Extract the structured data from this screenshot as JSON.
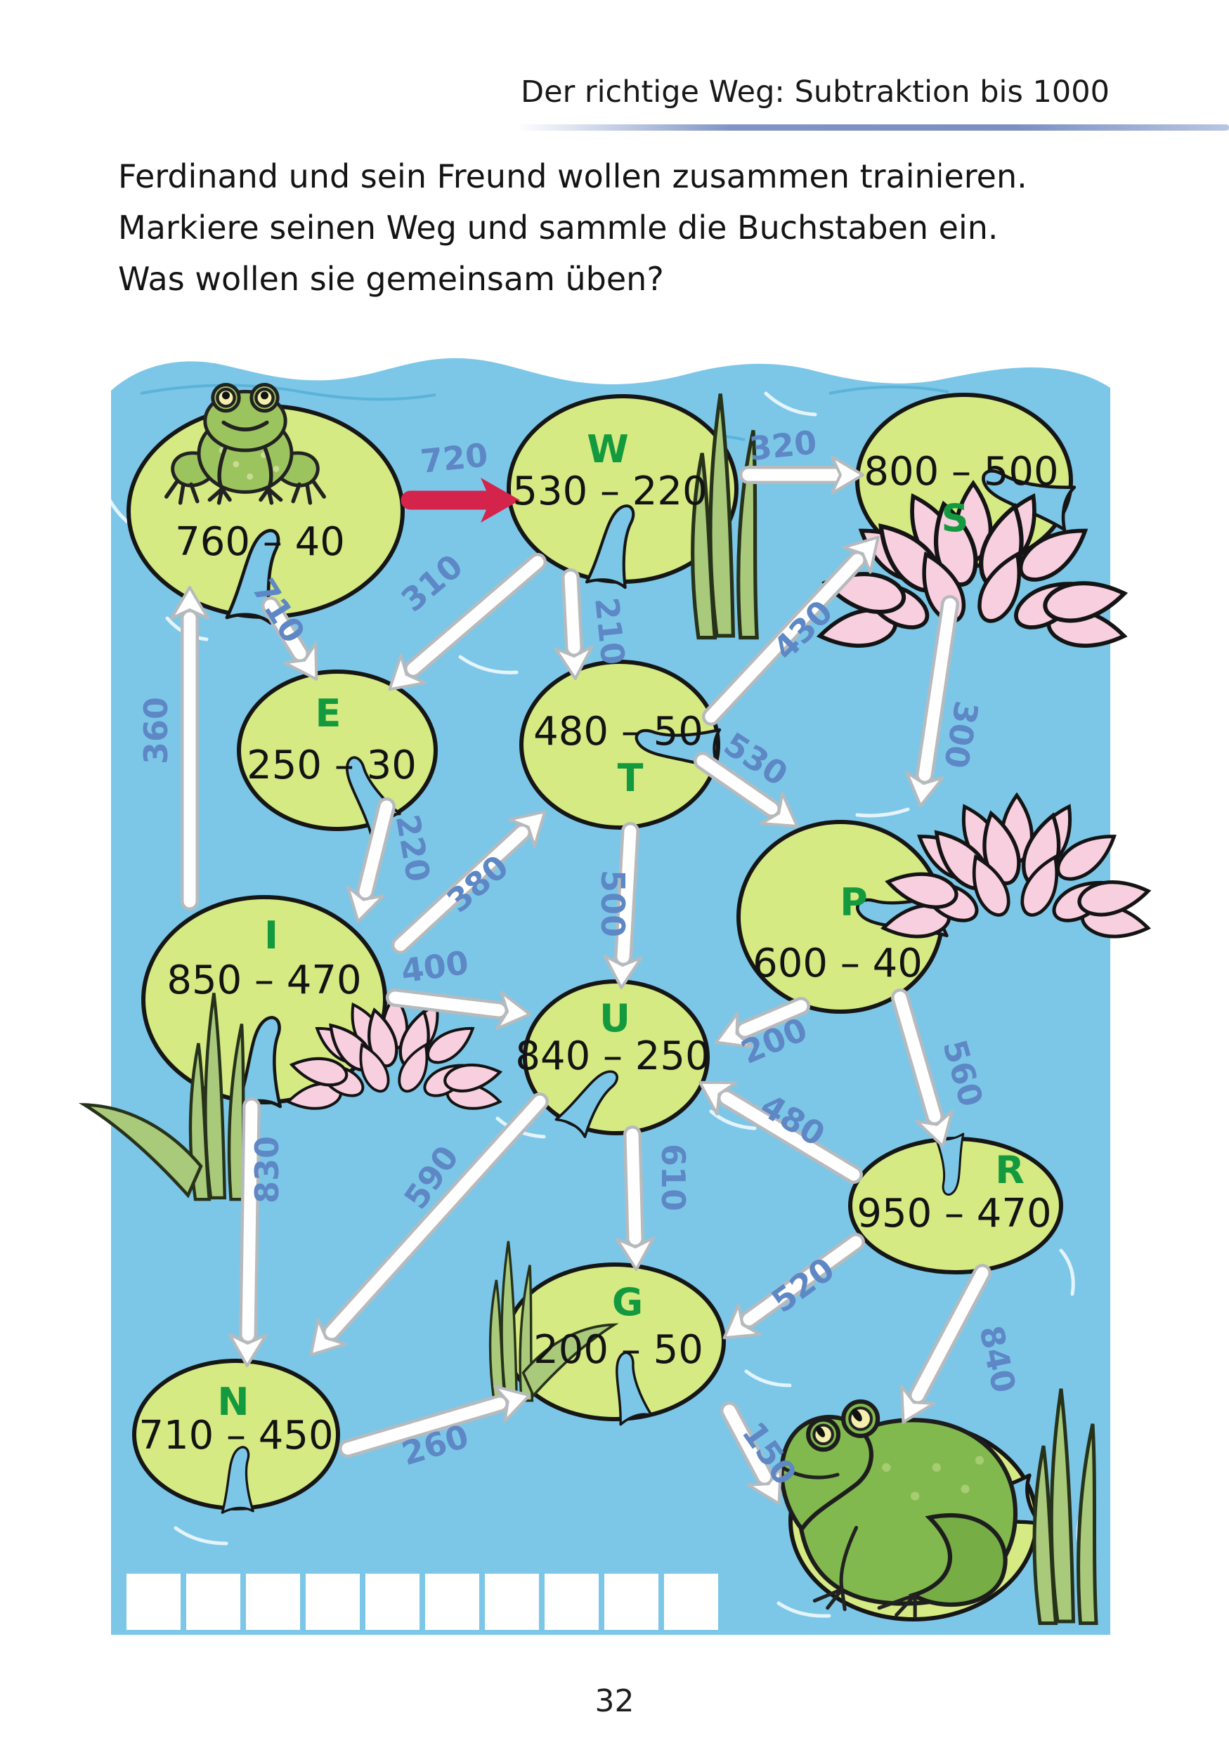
{
  "header": {
    "title": "Der richtige Weg: Subtraktion bis 1000"
  },
  "instructions": {
    "line1": "Ferdinand und sein Freund wollen zusammen trainieren.",
    "line2": "Markiere seinen Weg und sammle die Buchstaben ein.",
    "line3": "Was wollen sie gemeinsam üben?"
  },
  "maze": {
    "start": {
      "problem": "760 – 40"
    },
    "pads": [
      {
        "letter": "W",
        "problem": "530 – 220"
      },
      {
        "letter": "S",
        "problem": "800 – 500"
      },
      {
        "letter": "E",
        "problem": "250 – 30"
      },
      {
        "letter": "T",
        "problem": "480 – 50"
      },
      {
        "letter": "P",
        "problem": "600 – 40"
      },
      {
        "letter": "I",
        "problem": "850 – 470"
      },
      {
        "letter": "U",
        "problem": "840 – 250"
      },
      {
        "letter": "R",
        "problem": "950 – 470"
      },
      {
        "letter": "G",
        "problem": "200 – 50"
      },
      {
        "letter": "N",
        "problem": "710 – 450"
      }
    ],
    "arrows": [
      {
        "label": "720",
        "color": "#d5244b",
        "from": "start",
        "to": "W"
      },
      {
        "label": "320",
        "from": "W",
        "to": "S"
      },
      {
        "label": "710",
        "from": "start",
        "to": "E"
      },
      {
        "label": "310",
        "from": "W",
        "to": "E"
      },
      {
        "label": "210",
        "from": "W",
        "to": "T"
      },
      {
        "label": "430",
        "from": "T",
        "to": "S"
      },
      {
        "label": "360",
        "from": "I",
        "to": "start"
      },
      {
        "label": "300",
        "from": "S",
        "to": "P"
      },
      {
        "label": "220",
        "from": "E",
        "to": "I"
      },
      {
        "label": "380",
        "from": "I",
        "to": "T"
      },
      {
        "label": "400",
        "from": "I",
        "to": "U"
      },
      {
        "label": "830",
        "from": "I",
        "to": "N"
      },
      {
        "label": "530",
        "from": "T",
        "to": "P"
      },
      {
        "label": "500",
        "from": "T",
        "to": "U"
      },
      {
        "label": "200",
        "from": "P",
        "to": "U"
      },
      {
        "label": "560",
        "from": "P",
        "to": "R"
      },
      {
        "label": "480",
        "from": "R",
        "to": "U"
      },
      {
        "label": "590",
        "from": "U",
        "to": "N"
      },
      {
        "label": "610",
        "from": "U",
        "to": "G"
      },
      {
        "label": "260",
        "from": "N",
        "to": "G"
      },
      {
        "label": "520",
        "from": "R",
        "to": "G"
      },
      {
        "label": "150",
        "from": "G",
        "to": "finish"
      },
      {
        "label": "840",
        "from": "R",
        "to": "finish"
      }
    ],
    "answer_boxes": 10
  },
  "decorations": {
    "start_icon": "frog-front-icon",
    "finish_icon": "frog-side-icon",
    "flower_icon": "water-lily-flower-icon",
    "plant_icon": "pond-reeds-icon"
  },
  "footer": {
    "page_number": "32"
  },
  "colors": {
    "pond": "#7cc7e8",
    "lily_pad": "#d5ea82",
    "letter_green": "#149a3e",
    "arrow_label_blue": "#5d87c5",
    "red_arrow": "#d5244b",
    "flower_pink": "#f8cfdf"
  }
}
